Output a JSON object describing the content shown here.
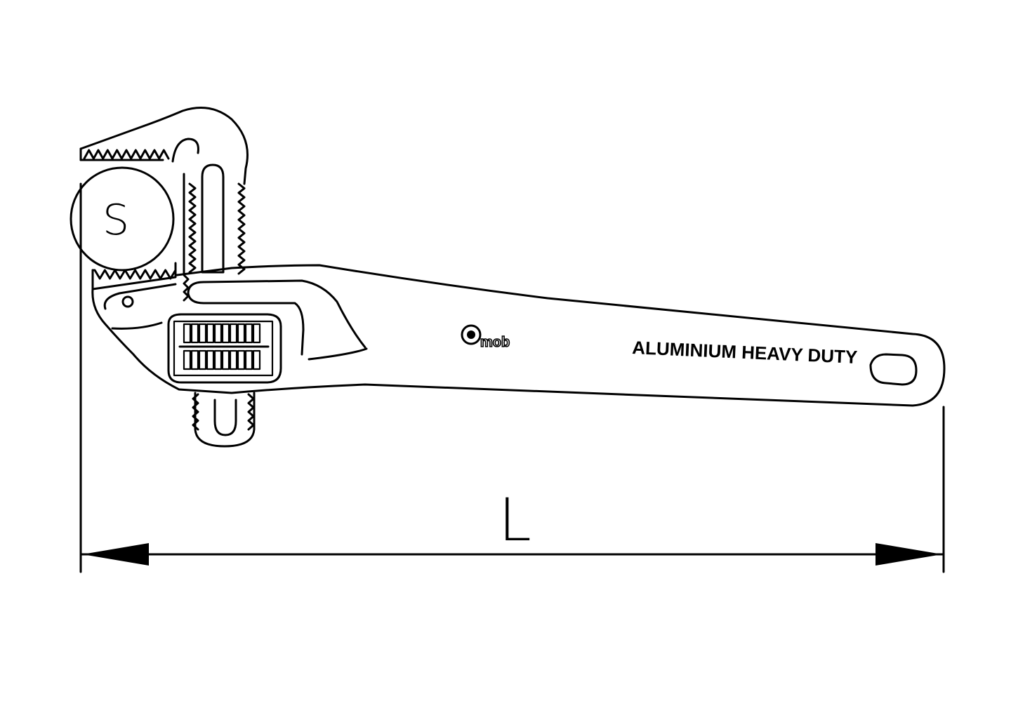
{
  "diagram": {
    "pipe_size_label": "S",
    "length_label": "L",
    "handle_text": "ALUMINIUM HEAVY DUTY",
    "logo_text": "mob",
    "colors": {
      "line": "#000000",
      "background": "#ffffff"
    }
  }
}
